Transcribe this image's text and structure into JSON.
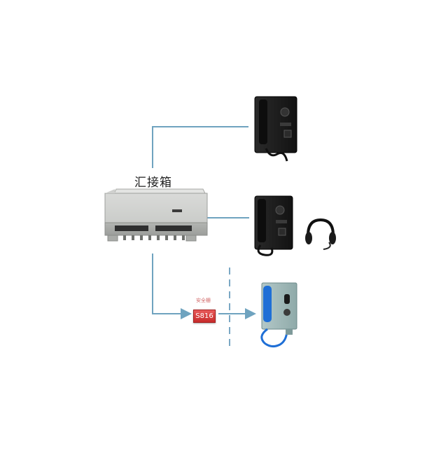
{
  "junction_box": {
    "label": "汇接箱"
  },
  "safety_barrier": {
    "caption": "安全栅",
    "model": "S816"
  },
  "colors": {
    "connector_line": "#6fa3bf",
    "zone_boundary": "#7aa8c4",
    "barrier_red": "#d83a3a",
    "phone_black": "#1c1c1c",
    "phone_blue_body": "#9fb8b8",
    "handset_blue": "#1f6fd6"
  },
  "icons": [
    "junction-box",
    "wall-telephone",
    "wall-telephone",
    "headset",
    "explosion-proof-telephone"
  ]
}
